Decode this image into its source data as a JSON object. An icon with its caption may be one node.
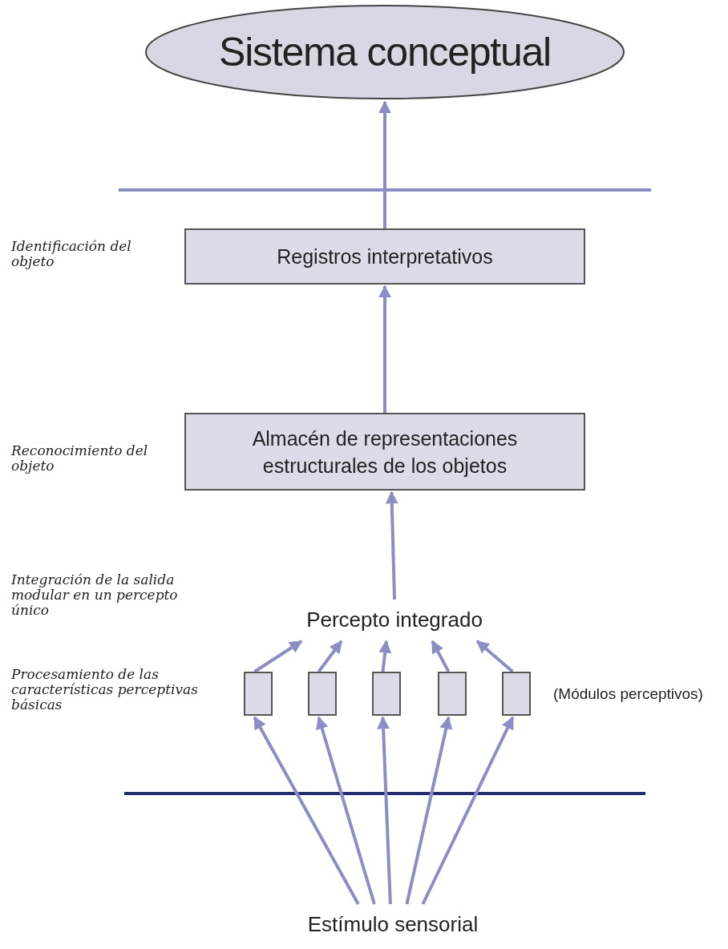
{
  "diagram": {
    "nodes": [
      {
        "text": [
          "Sistema conceptual"
        ]
      },
      {
        "text": [
          "Registros interpretativos"
        ]
      },
      {
        "text": [
          "Almacén de representaciones estructurales de los objetos"
        ]
      },
      {
        "text": [
          "Percepto integrado"
        ]
      },
      {
        "text": [],
        "shape": "box"
      },
      {
        "text": [],
        "shape": "box"
      },
      {
        "text": [],
        "shape": "box"
      },
      {
        "text": [],
        "shape": "box"
      },
      {
        "text": [],
        "shape": "box"
      },
      {
        "text": [
          "Estímulo sensorial"
        ]
      }
    ],
    "edges": [
      {
        "from": 1,
        "to": 0,
        "arrow": "to"
      },
      {
        "from": 2,
        "to": 1,
        "arrow": "to"
      },
      {
        "from": 3,
        "to": 2,
        "arrow": "to"
      },
      {
        "from": 4,
        "to": 3,
        "arrow": "to"
      },
      {
        "from": 5,
        "to": 3,
        "arrow": "to"
      },
      {
        "from": 6,
        "to": 3,
        "arrow": "to"
      },
      {
        "from": 7,
        "to": 3,
        "arrow": "to"
      },
      {
        "from": 8,
        "to": 3,
        "arrow": "to"
      },
      {
        "from": 9,
        "to": 4,
        "arrow": "to"
      },
      {
        "from": 9,
        "to": 5,
        "arrow": "to"
      },
      {
        "from": 9,
        "to": 6,
        "arrow": "to"
      },
      {
        "from": 9,
        "to": 7,
        "arrow": "to"
      },
      {
        "from": 9,
        "to": 8,
        "arrow": "to"
      }
    ],
    "labels": [
      "Identificación del objeto",
      "Reconocimiento del objeto",
      "Integración de la salida modular en un percepto único",
      "Procesamiento de las características perceptivas básicas",
      "(Módulos perceptivos)"
    ]
  }
}
